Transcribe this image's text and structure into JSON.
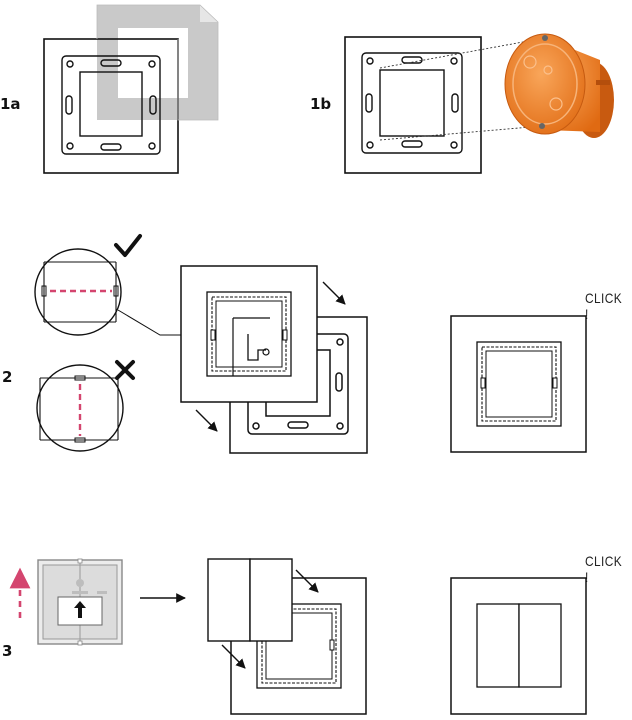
{
  "steps": [
    {
      "id": "1a",
      "label": "1a"
    },
    {
      "id": "1b",
      "label": "1b"
    },
    {
      "id": "2",
      "label": "2"
    },
    {
      "id": "3",
      "label": "3"
    }
  ],
  "annotations": {
    "click_step2": "CLICK !",
    "click_step3": "CLICK !"
  },
  "icons": {
    "correct": "check-mark-icon",
    "wrong": "cross-mark-icon",
    "direction_arrow": "arrow-icon",
    "push_up": "arrow-up-icon"
  },
  "colors": {
    "line": "#111111",
    "guide_dashes": "#d4456f",
    "junction_box": "#f07a22",
    "protective_film": "#c8c8c8",
    "module_body": "#dedede"
  }
}
